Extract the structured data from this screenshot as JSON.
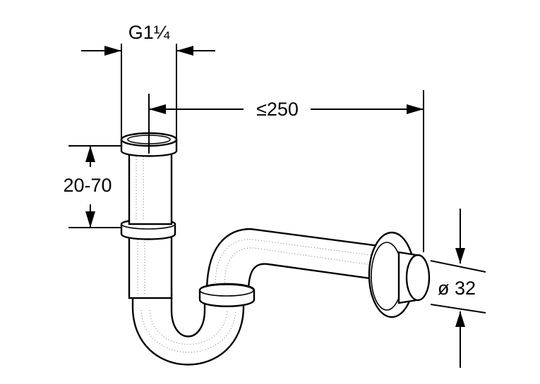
{
  "labels": {
    "thread_size": "G1¼",
    "max_length": "≤250",
    "height_adjust": "20-70",
    "outlet_diameter": "ø 32"
  }
}
